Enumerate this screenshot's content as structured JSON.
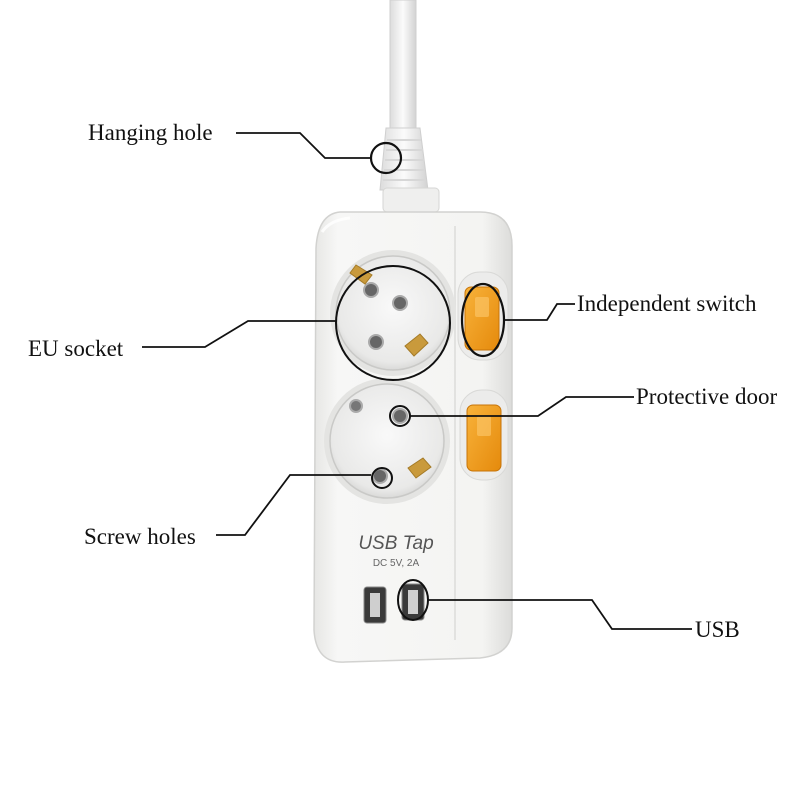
{
  "labels": {
    "hanging_hole": "Hanging hole",
    "eu_socket": "EU socket",
    "screw_holes": "Screw holes",
    "independent_switch": "Independent switch",
    "protective_door": "Protective door",
    "usb": "USB"
  },
  "device": {
    "brand_text": "USB Tap",
    "spec_text": "DC 5V, 2A"
  },
  "colors": {
    "body": "#f4f4f2",
    "switch": "#f29a16",
    "leader": "#111111"
  }
}
